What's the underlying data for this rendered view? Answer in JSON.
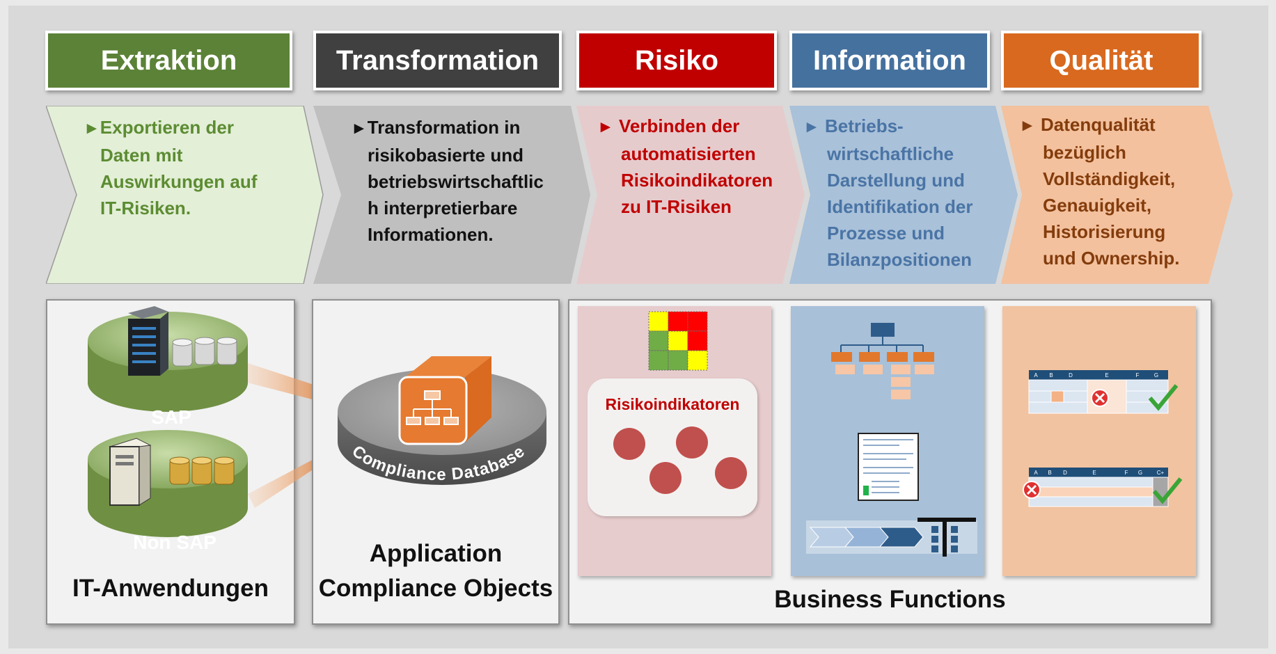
{
  "stages": [
    {
      "title": "Extraktion",
      "color": "#5b8237",
      "bullet_color": "#5c8c32",
      "chevron_fill": "#e3efd7",
      "lines": [
        "Exportieren der",
        "Daten mit",
        "Auswirkungen auf",
        "IT-Risiken."
      ]
    },
    {
      "title": "Transformation",
      "color": "#404040",
      "bullet_color": "#111111",
      "chevron_fill": "#bfbfbf",
      "lines": [
        "Transformation in",
        "risikobasierte und",
        "betriebswirtschaftlic",
        "h interpretierbare",
        "Informationen."
      ]
    },
    {
      "title": "Risiko",
      "color": "#c00000",
      "bullet_color": "#c00000",
      "chevron_fill": "#e6cbcd",
      "lines": [
        "Verbinden der",
        "automatisierten",
        "Risikoindikatoren",
        "zu IT-Risiken"
      ]
    },
    {
      "title": "Information",
      "color": "#45719e",
      "bullet_color": "#4a74a5",
      "chevron_fill": "#a9c1d9",
      "lines": [
        "Betriebs-",
        "wirtschaftliche",
        "Darstellung und",
        "Identifikation der",
        "Prozesse und",
        "Bilanzpositionen"
      ]
    },
    {
      "title": "Qualität",
      "color": "#d8691f",
      "bullet_color": "#843c0c",
      "chevron_fill": "#f3c19e",
      "lines": [
        "Datenqualität",
        "bezüglich",
        "Vollständigkeit,",
        "Genauigkeit,",
        "Historisierung",
        "und Ownership."
      ]
    }
  ],
  "bullet_glyph": "►",
  "panels": {
    "it_apps": {
      "label": "IT-Anwendungen",
      "sap": "SAP",
      "non_sap": "Non SAP"
    },
    "compliance": {
      "label_line1": "Application",
      "label_line2": "Compliance Objects",
      "db_label": "Compliance Database"
    },
    "business": {
      "label": "Business Functions",
      "risk_card_title": "Risikoindikatoren"
    }
  },
  "quality_tables": {
    "table1_headers": [
      "A",
      "B",
      "D",
      "E",
      "F",
      "G"
    ],
    "table2_headers": [
      "A",
      "B",
      "D",
      "E",
      "F",
      "G",
      "C+"
    ]
  },
  "icons": [
    "server-icon",
    "database-icon",
    "pc-tower-icon",
    "gold-database-icon",
    "cube-icon",
    "org-chart-icon",
    "checkmark-icon",
    "error-icon",
    "risk-matrix-icon",
    "document-icon",
    "process-flow-icon"
  ]
}
